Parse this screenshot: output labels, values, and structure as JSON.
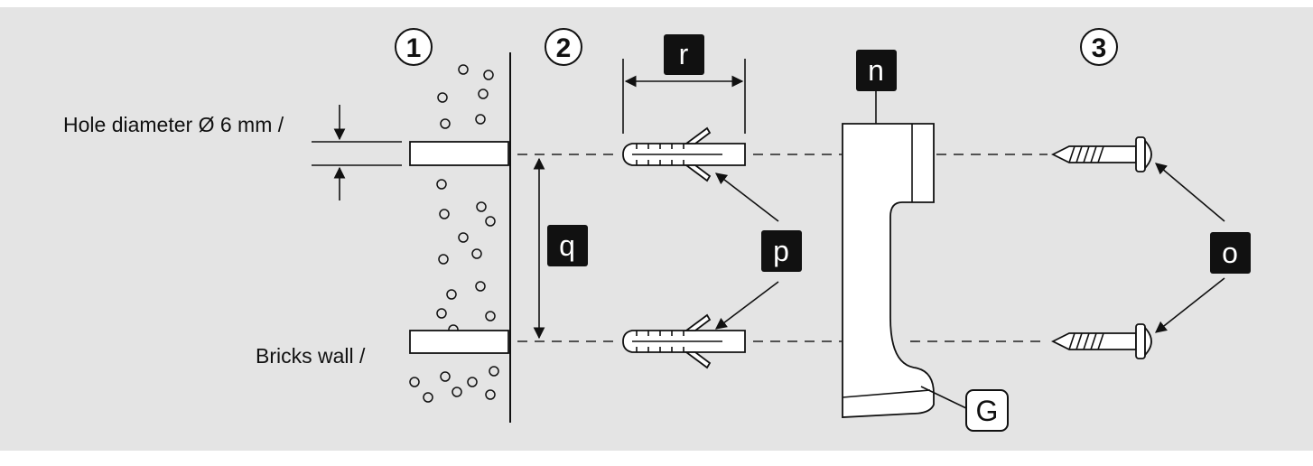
{
  "labels": {
    "hole_diameter": "Hole diameter Ø 6 mm /",
    "bricks_wall": "Bricks wall /"
  },
  "steps": [
    "1",
    "2",
    "3"
  ],
  "callouts": {
    "r": "r",
    "n": "n",
    "q": "q",
    "p": "p",
    "o": "o",
    "g": "G"
  }
}
